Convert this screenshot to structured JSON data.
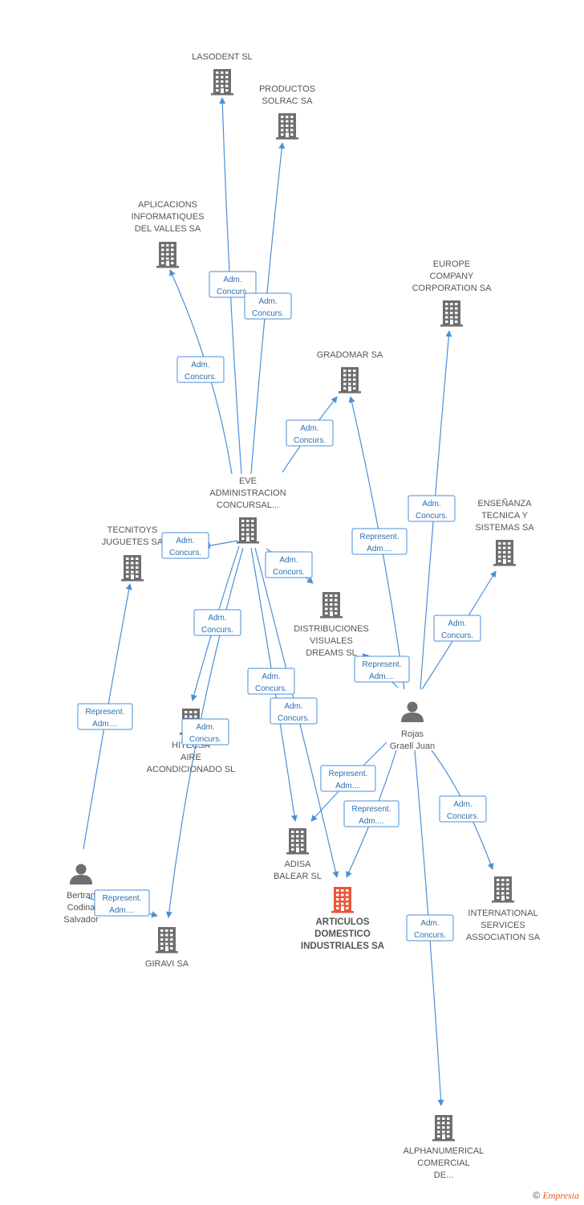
{
  "colors": {
    "company_icon": "#6e6e6e",
    "focus_icon": "#e8573a",
    "person_icon": "#6e6e6e",
    "edge": "#4a8fd8",
    "edge_text": "#2a6fb0"
  },
  "nodes": [
    {
      "id": "lasodent",
      "type": "company",
      "label": [
        "LASODENT SL"
      ]
    },
    {
      "id": "solrac",
      "type": "company",
      "label": [
        "PRODUCTOS",
        "SOLRAC SA"
      ]
    },
    {
      "id": "aplicacions",
      "type": "company",
      "label": [
        "APLICACIONS",
        "INFORMATIQUES",
        "DEL VALLES SA"
      ]
    },
    {
      "id": "europe",
      "type": "company",
      "label": [
        "EUROPE",
        "COMPANY",
        "CORPORATION SA"
      ]
    },
    {
      "id": "gradomar",
      "type": "company",
      "label": [
        "GRADOMAR SA"
      ]
    },
    {
      "id": "eve",
      "type": "company",
      "label": [
        "EVE",
        "ADMINISTRACION",
        "CONCURSAL..."
      ]
    },
    {
      "id": "ensenanza",
      "type": "company",
      "label": [
        "ENSEÑANZA",
        "TECNICA Y",
        "SISTEMAS SA"
      ]
    },
    {
      "id": "tecnitoys",
      "type": "company",
      "label": [
        "TECNITOYS",
        "JUGUETES SA"
      ]
    },
    {
      "id": "distribuciones",
      "type": "company",
      "label": [
        "DISTRIBUCIONES",
        "VISUALES",
        "DREAMS SL"
      ]
    },
    {
      "id": "rojas",
      "type": "person",
      "label": [
        "Rojas",
        "Graell Juan"
      ]
    },
    {
      "id": "hitecsa",
      "type": "company",
      "label": [
        "HITECSA",
        "AIRE",
        "ACONDICIONADO SL"
      ]
    },
    {
      "id": "adisa",
      "type": "company",
      "label": [
        "ADISA",
        "BALEAR SL"
      ]
    },
    {
      "id": "bertran",
      "type": "person",
      "label": [
        "Bertran",
        "Codina",
        "Salvador"
      ]
    },
    {
      "id": "articulos",
      "type": "focus",
      "label": [
        "ARTICULOS",
        "DOMESTICO",
        "INDUSTRIALES SA"
      ]
    },
    {
      "id": "international",
      "type": "company",
      "label": [
        "INTERNATIONAL",
        "SERVICES",
        "ASSOCIATION SA"
      ]
    },
    {
      "id": "giravi",
      "type": "company",
      "label": [
        "GIRAVI SA"
      ]
    },
    {
      "id": "alphanumerical",
      "type": "company",
      "label": [
        "ALPHANUMERICAL",
        "COMERCIAL",
        "DE..."
      ]
    }
  ],
  "edges": [
    {
      "from": "eve",
      "to": "lasodent",
      "label": [
        "Adm.",
        "Concurs."
      ]
    },
    {
      "from": "eve",
      "to": "solrac",
      "label": [
        "Adm.",
        "Concurs."
      ]
    },
    {
      "from": "eve",
      "to": "aplicacions",
      "label": [
        "Adm.",
        "Concurs."
      ]
    },
    {
      "from": "eve",
      "to": "gradomar",
      "label": [
        "Adm.",
        "Concurs."
      ]
    },
    {
      "from": "eve",
      "to": "tecnitoys",
      "label": [
        "Adm.",
        "Concurs."
      ]
    },
    {
      "from": "eve",
      "to": "distribuciones",
      "label": [
        "Adm.",
        "Concurs."
      ]
    },
    {
      "from": "eve",
      "to": "hitecsa",
      "label": [
        "Adm.",
        "Concurs."
      ]
    },
    {
      "from": "eve",
      "to": "giravi",
      "label": [
        "Adm.",
        "Concurs."
      ]
    },
    {
      "from": "eve",
      "to": "adisa",
      "label": [
        "Adm.",
        "Concurs."
      ]
    },
    {
      "from": "eve",
      "to": "articulos",
      "label": [
        "Adm.",
        "Concurs."
      ]
    },
    {
      "from": "rojas",
      "to": "europe",
      "label": [
        "Adm.",
        "Concurs."
      ]
    },
    {
      "from": "rojas",
      "to": "gradomar",
      "label": [
        "Represent.",
        "Adm...."
      ]
    },
    {
      "from": "rojas",
      "to": "ensenanza",
      "label": [
        "Adm.",
        "Concurs."
      ]
    },
    {
      "from": "rojas",
      "to": "distribuciones",
      "label": [
        "Represent.",
        "Adm...."
      ]
    },
    {
      "from": "rojas",
      "to": "adisa",
      "label": [
        "Represent.",
        "Adm...."
      ]
    },
    {
      "from": "rojas",
      "to": "articulos",
      "label": [
        "Represent.",
        "Adm...."
      ]
    },
    {
      "from": "rojas",
      "to": "international",
      "label": [
        "Adm.",
        "Concurs."
      ]
    },
    {
      "from": "rojas",
      "to": "alphanumerical",
      "label": [
        "Adm.",
        "Concurs."
      ]
    },
    {
      "from": "bertran",
      "to": "tecnitoys",
      "label": [
        "Represent.",
        "Adm...."
      ]
    },
    {
      "from": "bertran",
      "to": "giravi",
      "label": [
        "Represent.",
        "Adm...."
      ]
    }
  ],
  "footer": {
    "copyright": "©",
    "brand": "Empresia"
  }
}
